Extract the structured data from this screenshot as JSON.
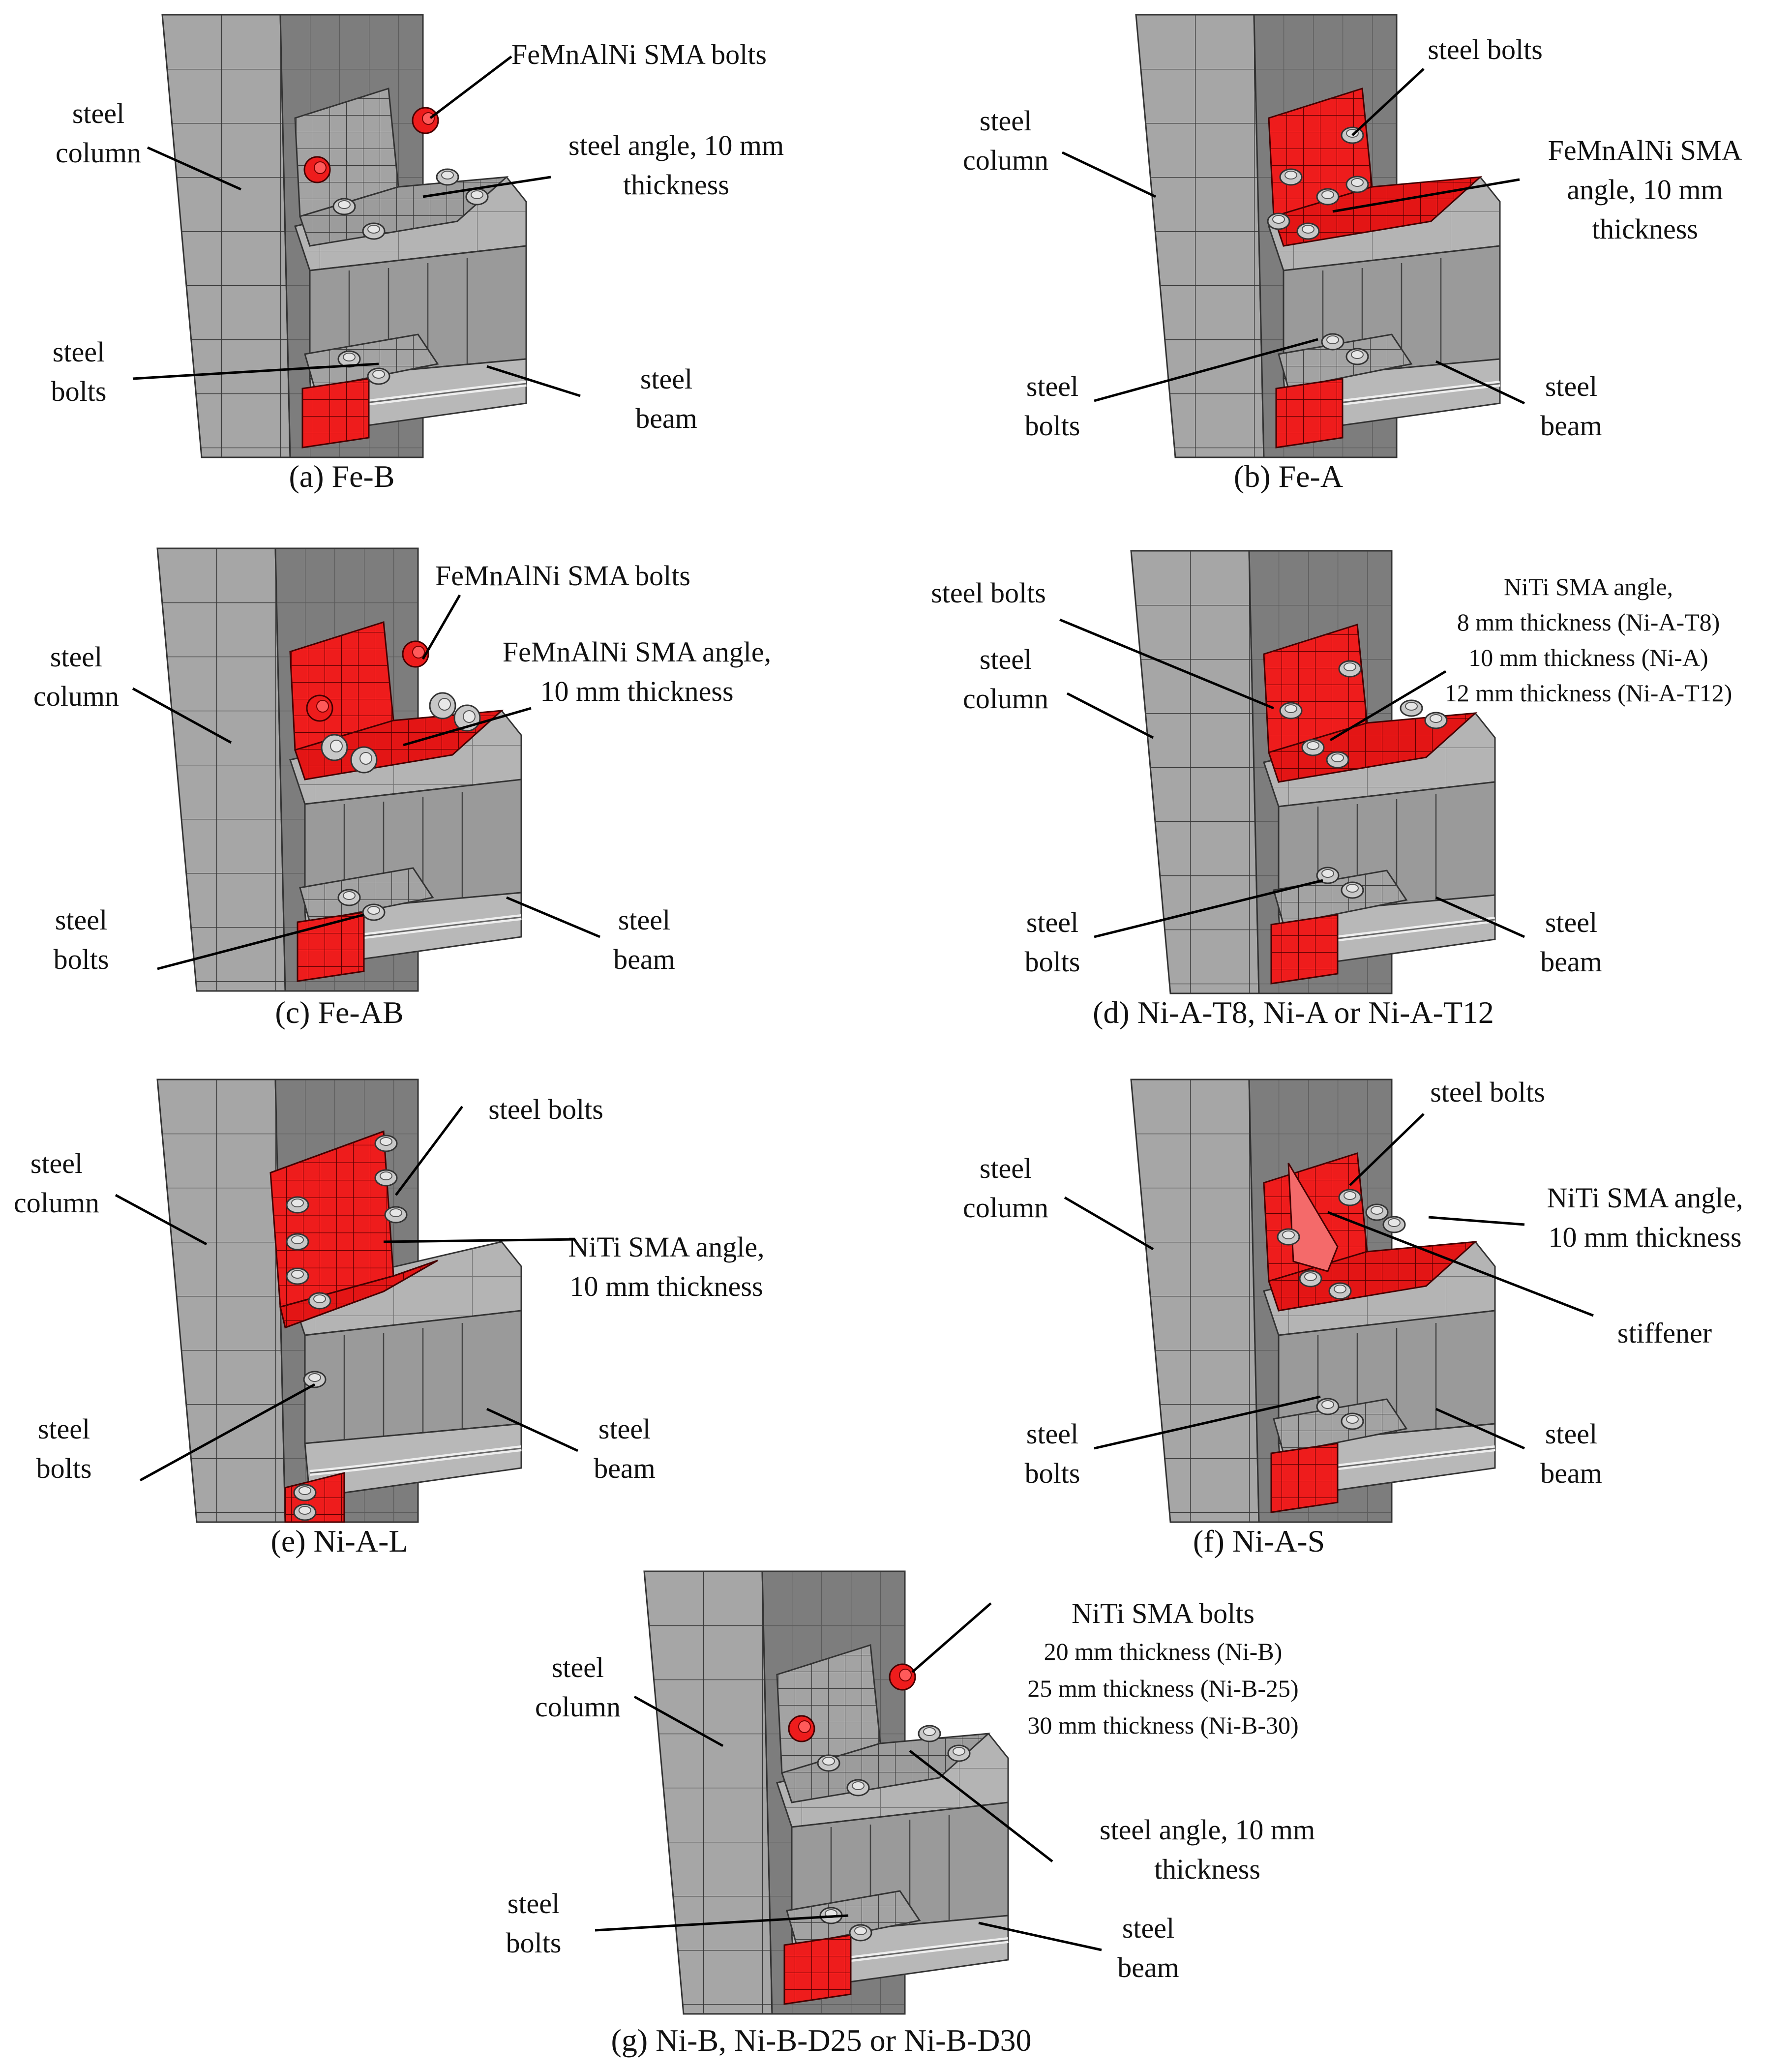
{
  "colors": {
    "steel_light": "#a9a9a9",
    "steel_mid": "#8a8a8a",
    "steel_dark": "#6a6a6a",
    "sma_red": "#ee1c1c",
    "mesh_line": "#3a3a3a"
  },
  "panels": {
    "a": {
      "caption": "(a) Fe-B",
      "l1": "steel",
      "l2": "column",
      "l3": "FeMnAlNi SMA bolts",
      "l4": "steel angle, 10 mm",
      "l5": "thickness",
      "l6": "steel",
      "l7": "bolts",
      "l8": "steel",
      "l9": "beam"
    },
    "b": {
      "caption": "(b) Fe-A",
      "l1": "steel bolts",
      "l2": "steel",
      "l3": "column",
      "l4": "FeMnAlNi SMA",
      "l5": "angle, 10 mm",
      "l6": "thickness",
      "l7": "steel",
      "l8": "bolts",
      "l9": "steel",
      "l10": "beam"
    },
    "c": {
      "caption": "(c) Fe-AB",
      "l1": "FeMnAlNi SMA bolts",
      "l2": "steel",
      "l3": "column",
      "l4": "FeMnAlNi SMA angle,",
      "l5": "10 mm thickness",
      "l6": "steel",
      "l7": "bolts",
      "l8": "steel",
      "l9": "beam"
    },
    "d": {
      "caption": "(d) Ni-A-T8, Ni-A or Ni-A-T12",
      "l1": "steel bolts",
      "l2": "steel",
      "l3": "column",
      "l4": "NiTi SMA angle,",
      "l5": "8 mm thickness (Ni-A-T8)",
      "l6": "10 mm thickness (Ni-A)",
      "l7": "12 mm thickness (Ni-A-T12)",
      "l8": "steel",
      "l9": "bolts",
      "l10": "steel",
      "l11": "beam"
    },
    "e": {
      "caption": "(e) Ni-A-L",
      "l1": "steel",
      "l2": "column",
      "l3": "steel bolts",
      "l4": "NiTi SMA angle,",
      "l5": "10 mm thickness",
      "l6": "steel",
      "l7": "bolts",
      "l8": "steel",
      "l9": "beam"
    },
    "f": {
      "caption": "(f) Ni-A-S",
      "l1": "steel bolts",
      "l2": "steel",
      "l3": "column",
      "l4": "NiTi SMA angle,",
      "l5": "10 mm thickness",
      "l6": "stiffener",
      "l7": "steel",
      "l8": "bolts",
      "l9": "steel",
      "l10": "beam"
    },
    "g": {
      "caption": "(g) Ni-B, Ni-B-D25 or Ni-B-D30",
      "l1": "steel",
      "l2": "column",
      "l3": "NiTi SMA bolts",
      "l4": "20 mm thickness (Ni-B)",
      "l5": "25 mm thickness (Ni-B-25)",
      "l6": "30 mm thickness (Ni-B-30)",
      "l7": "steel angle, 10 mm",
      "l8": "thickness",
      "l9": "steel",
      "l10": "bolts",
      "l11": "steel",
      "l12": "beam"
    }
  }
}
